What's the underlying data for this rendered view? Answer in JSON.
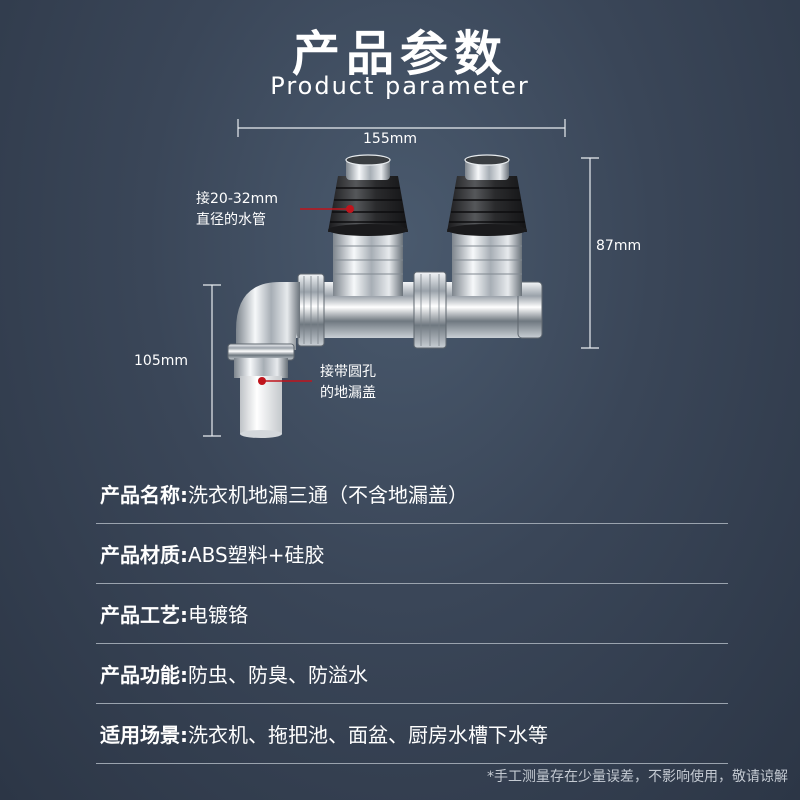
{
  "header": {
    "title": "产品参数",
    "subtitle": "Product parameter"
  },
  "dimensions": {
    "width": "155mm",
    "height_right": "87mm",
    "height_left": "105mm"
  },
  "callouts": {
    "pipe_line1": "接20-32mm",
    "pipe_line2": "直径的水管",
    "cover_line1": "接带圆孔",
    "cover_line2": "的地漏盖"
  },
  "specs": [
    {
      "label": "产品名称:",
      "value": "洗衣机地漏三通（不含地漏盖）"
    },
    {
      "label": "产品材质:",
      "value": "ABS塑料+硅胶"
    },
    {
      "label": "产品工艺:",
      "value": "电镀铬"
    },
    {
      "label": "产品功能:",
      "value": "防虫、防臭、防溢水"
    },
    {
      "label": "适用场景:",
      "value": "洗衣机、拖把池、面盆、厨房水槽下水等"
    }
  ],
  "footnote": "*手工测量存在少量误差，不影响使用，敬请谅解",
  "colors": {
    "background": "#3a4658",
    "callout_dot": "#c0141c",
    "chrome": "#d8dde2",
    "rubber": "#2a2a2c"
  }
}
